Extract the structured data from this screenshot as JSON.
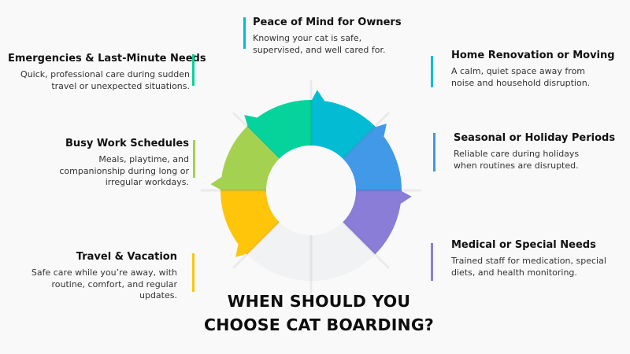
{
  "heading": {
    "line1": "WHEN SHOULD YOU",
    "line2": "CHOOSE CAT BOARDING?"
  },
  "items": [
    {
      "title": "Peace of Mind for Owners",
      "line1": "Knowing your cat is safe,",
      "line2": "supervised, and well cared for.",
      "line3": "",
      "color": "#00bcd4"
    },
    {
      "title": "Home Renovation or Moving",
      "line1": "A calm, quiet space away from",
      "line2": "noise and household disruption.",
      "line3": "",
      "color": "#00bcd4"
    },
    {
      "title": "Seasonal or Holiday Periods",
      "line1": "Reliable care during holidays",
      "line2": "when routines are disrupted.",
      "line3": "",
      "color": "#4299e1"
    },
    {
      "title": "Medical or Special Needs",
      "line1": "Trained staff for medication, special",
      "line2": "diets, and health monitoring.",
      "line3": "",
      "color": "#8b7fdb"
    },
    {
      "title": "Travel & Vacation",
      "line1": "Safe care while you’re away, with",
      "line2": "routine, comfort, and regular",
      "line3": "updates.",
      "color": "#fbc512"
    },
    {
      "title": "Busy Work Schedules",
      "line1": "Meals, playtime, and",
      "line2": "companionship during long or",
      "line3": "irregular workdays.",
      "color": "#a4d150"
    },
    {
      "title": "Emergencies & Last-Minute Needs",
      "line1": "Quick, professional care during sudden",
      "line2": "travel or unexpected situations.",
      "line3": "",
      "color": "#06d49b"
    }
  ],
  "wheel": {
    "segments": [
      {
        "name": "peace-of-mind",
        "color": "#06d39b"
      },
      {
        "name": "home-renovation",
        "color": "#03bcd3"
      },
      {
        "name": "seasonal-holiday",
        "color": "#4299e8"
      },
      {
        "name": "medical-special",
        "color": "#8a7dd8"
      },
      {
        "name": "empty-bottom-right",
        "color": "#f1f2f4"
      },
      {
        "name": "empty-bottom-left",
        "color": "#f1f2f4"
      },
      {
        "name": "travel-vacation",
        "color": "#fec50a"
      },
      {
        "name": "busy-work",
        "color": "#a5d151"
      }
    ]
  }
}
